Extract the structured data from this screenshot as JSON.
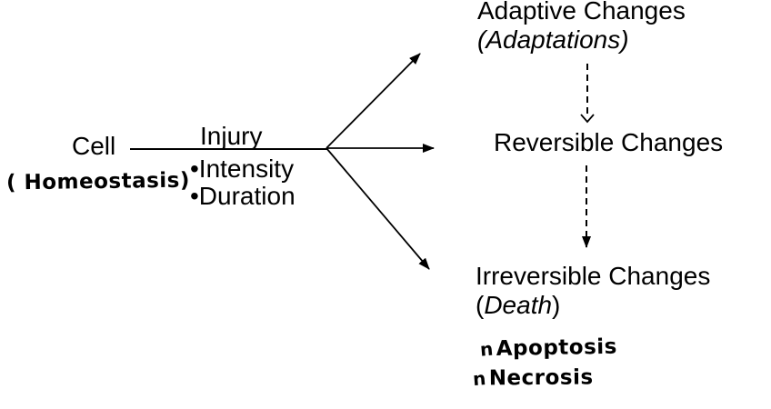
{
  "colors": {
    "ink": "#000000",
    "background": "#ffffff"
  },
  "nodes": {
    "cell": {
      "label": "Cell"
    },
    "homeostasis": {
      "annotation": "( Homeostasis)"
    },
    "injury": {
      "label": "Injury",
      "bullets": [
        "•Intensity",
        "•Duration"
      ]
    },
    "adaptive": {
      "label": "Adaptive Changes",
      "sublabel": "(Adaptations)"
    },
    "reversible": {
      "label": "Reversible Changes"
    },
    "irreversible": {
      "label": "Irreversible Changes",
      "sublabel_open": "(",
      "sublabel_word": "Death",
      "sublabel_close": ")"
    },
    "death_types": [
      {
        "marker": "n",
        "label": "Apoptosis"
      },
      {
        "marker": "n",
        "label": "Necrosis"
      }
    ]
  }
}
